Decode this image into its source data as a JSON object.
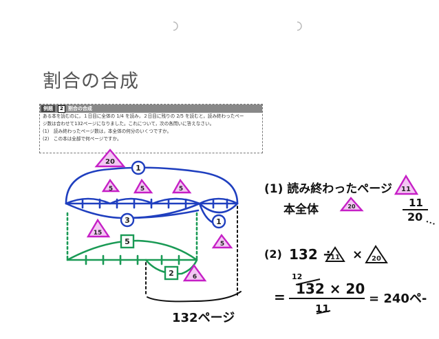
{
  "title": "割合の合成",
  "problem": {
    "tag": "例題",
    "number": "2",
    "heading": "割合の合成",
    "line1": "ある本を読むのに，１日目に全体の 1/4 を読み，２日目に残りの 2/5 を読むと，読み終わったペー",
    "line2": "ジ数は合わせて132ページになりました。これについて，次の各問いに答えなさい。",
    "q1": "(1)　読み終わったページ数は，本全体の何分のいくつですか。",
    "q2": "(2)　この本は全部で何ページですか。"
  },
  "diagram": {
    "marks": {
      "top_triangle": "20",
      "top_circle": "1",
      "tri_a": "5",
      "tri_b": "5",
      "tri_c": "5",
      "tri_left": "15",
      "circle_mid": "3",
      "circle_right": "1",
      "square_mid": "5",
      "tri_right": "5",
      "square_bottom": "2",
      "tri_bottom": "6"
    },
    "bottom_label": "132ページ"
  },
  "answers": {
    "a1_label": "(1) 読み終わったページ",
    "a1_tri": "11",
    "a1_second": "本全体",
    "a1_second_tri": "20",
    "a1_num": "11",
    "a1_den": "20",
    "a2_label": "(2)",
    "a2_expr_a": "132 ÷",
    "a2_tri1": "11",
    "a2_times": "×",
    "a2_tri2": "20",
    "a2_small": "12",
    "a2_eq": "=",
    "a2_num": "132 × 20",
    "a2_den": "11",
    "a2_result": "= 240ペ-"
  },
  "colors": {
    "blue": "#1f3fbf",
    "green": "#1a9a55",
    "magenta": "#c61fc6",
    "ink": "#111111"
  }
}
